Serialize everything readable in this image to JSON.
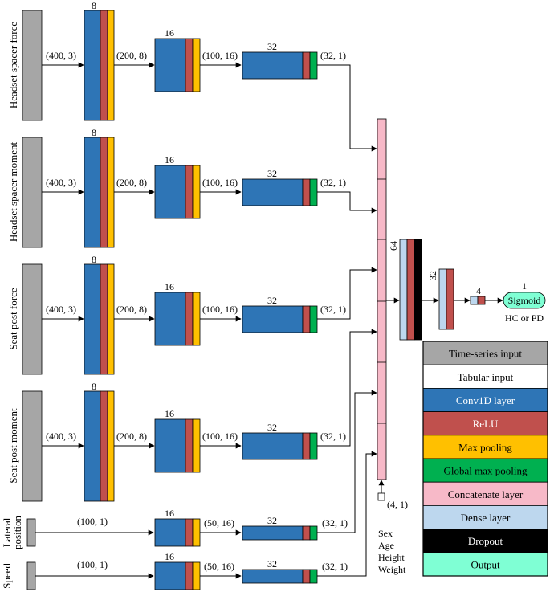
{
  "colors": {
    "input": "#a6a6a6",
    "tabular": "#ffffff",
    "conv": "#2e75b6",
    "relu": "#c0504d",
    "maxpool": "#ffc000",
    "gmp": "#00b050",
    "concat": "#f7b9c8",
    "dense": "#bdd7ee",
    "dropout": "#000000",
    "output": "#7fffd4"
  },
  "branches": [
    {
      "name": "Headset spacer force",
      "in": "(400, 3)",
      "c1": "8",
      "s1": "(200, 8)",
      "c2": "16",
      "s2": "(100, 16)",
      "c3": "32",
      "s3": "(32, 1)"
    },
    {
      "name": "Headset spacer moment",
      "in": "(400, 3)",
      "c1": "8",
      "s1": "(200, 8)",
      "c2": "16",
      "s2": "(100, 16)",
      "c3": "32",
      "s3": "(32, 1)"
    },
    {
      "name": "Seat post force",
      "in": "(400, 3)",
      "c1": "8",
      "s1": "(200, 8)",
      "c2": "16",
      "s2": "(100, 16)",
      "c3": "32",
      "s3": "(32, 1)"
    },
    {
      "name": "Seat post moment",
      "in": "(400, 3)",
      "c1": "8",
      "s1": "(200, 8)",
      "c2": "16",
      "s2": "(100, 16)",
      "c3": "32",
      "s3": "(32, 1)"
    }
  ],
  "small_branches": [
    {
      "name_lines": [
        "Lateral",
        "position"
      ],
      "in": "(100, 1)",
      "c2": "16",
      "s2": "(50, 16)",
      "c3": "32",
      "s3": "(32, 1)"
    },
    {
      "name_lines": [
        "Speed"
      ],
      "in": "(100, 1)",
      "c2": "16",
      "s2": "(50, 16)",
      "c3": "32",
      "s3": "(32, 1)"
    }
  ],
  "tabular": {
    "shape": "(4, 1)",
    "features": [
      "Sex",
      "Age",
      "Height",
      "Weight"
    ]
  },
  "head": {
    "d1": "64",
    "d2": "32",
    "d3": "4",
    "out_units": "1",
    "out_label": "Sigmoid",
    "out_caption": "HC or PD"
  },
  "legend": [
    {
      "label": "Time-series input",
      "color": "#a6a6a6",
      "text": "#000000"
    },
    {
      "label": "Tabular input",
      "color": "#ffffff",
      "text": "#000000"
    },
    {
      "label": "Conv1D layer",
      "color": "#2e75b6",
      "text": "#ffffff"
    },
    {
      "label": "ReLU",
      "color": "#c0504d",
      "text": "#ffffff"
    },
    {
      "label": "Max pooling",
      "color": "#ffc000",
      "text": "#000000"
    },
    {
      "label": "Global max pooling",
      "color": "#00b050",
      "text": "#000000"
    },
    {
      "label": "Concatenate layer",
      "color": "#f7b9c8",
      "text": "#000000"
    },
    {
      "label": "Dense layer",
      "color": "#bdd7ee",
      "text": "#000000"
    },
    {
      "label": "Dropout",
      "color": "#000000",
      "text": "#ffffff"
    },
    {
      "label": "Output",
      "color": "#7fffd4",
      "text": "#000000"
    }
  ]
}
